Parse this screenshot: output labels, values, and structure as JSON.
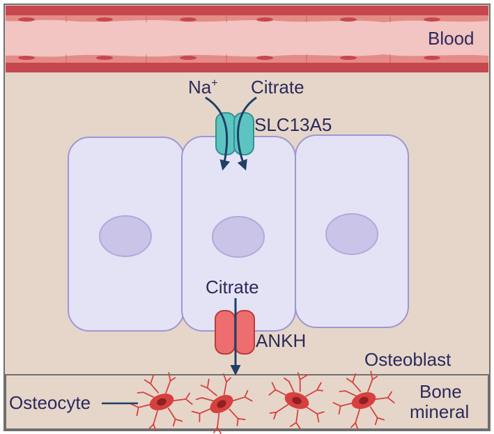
{
  "labels": {
    "blood": "Blood",
    "sodium": "Na",
    "sodium_charge": "+",
    "citrate_in": "Citrate",
    "transporter_in": "SLC13A5",
    "citrate_out": "Citrate",
    "transporter_out": "ANKH",
    "osteoblast": "Osteoblast",
    "osteocyte": "Osteocyte",
    "bone_mineral_line1": "Bone",
    "bone_mineral_line2": "mineral"
  },
  "colors": {
    "background": "#e6d6c9",
    "border": "#6f6f6f",
    "vessel_wall": "#c7474e",
    "vessel_lumen": "#f2c4c2",
    "cell_fill": "#e4e2f5",
    "cell_stroke": "#9c97d2",
    "nucleus_fill": "#c9c4e8",
    "slc_fill": "#5ec4c2",
    "ankh_fill": "#ee6d6f",
    "arrow": "#1f3f66",
    "text": "#2b2a5c",
    "osteocyte": "#d6403f"
  }
}
